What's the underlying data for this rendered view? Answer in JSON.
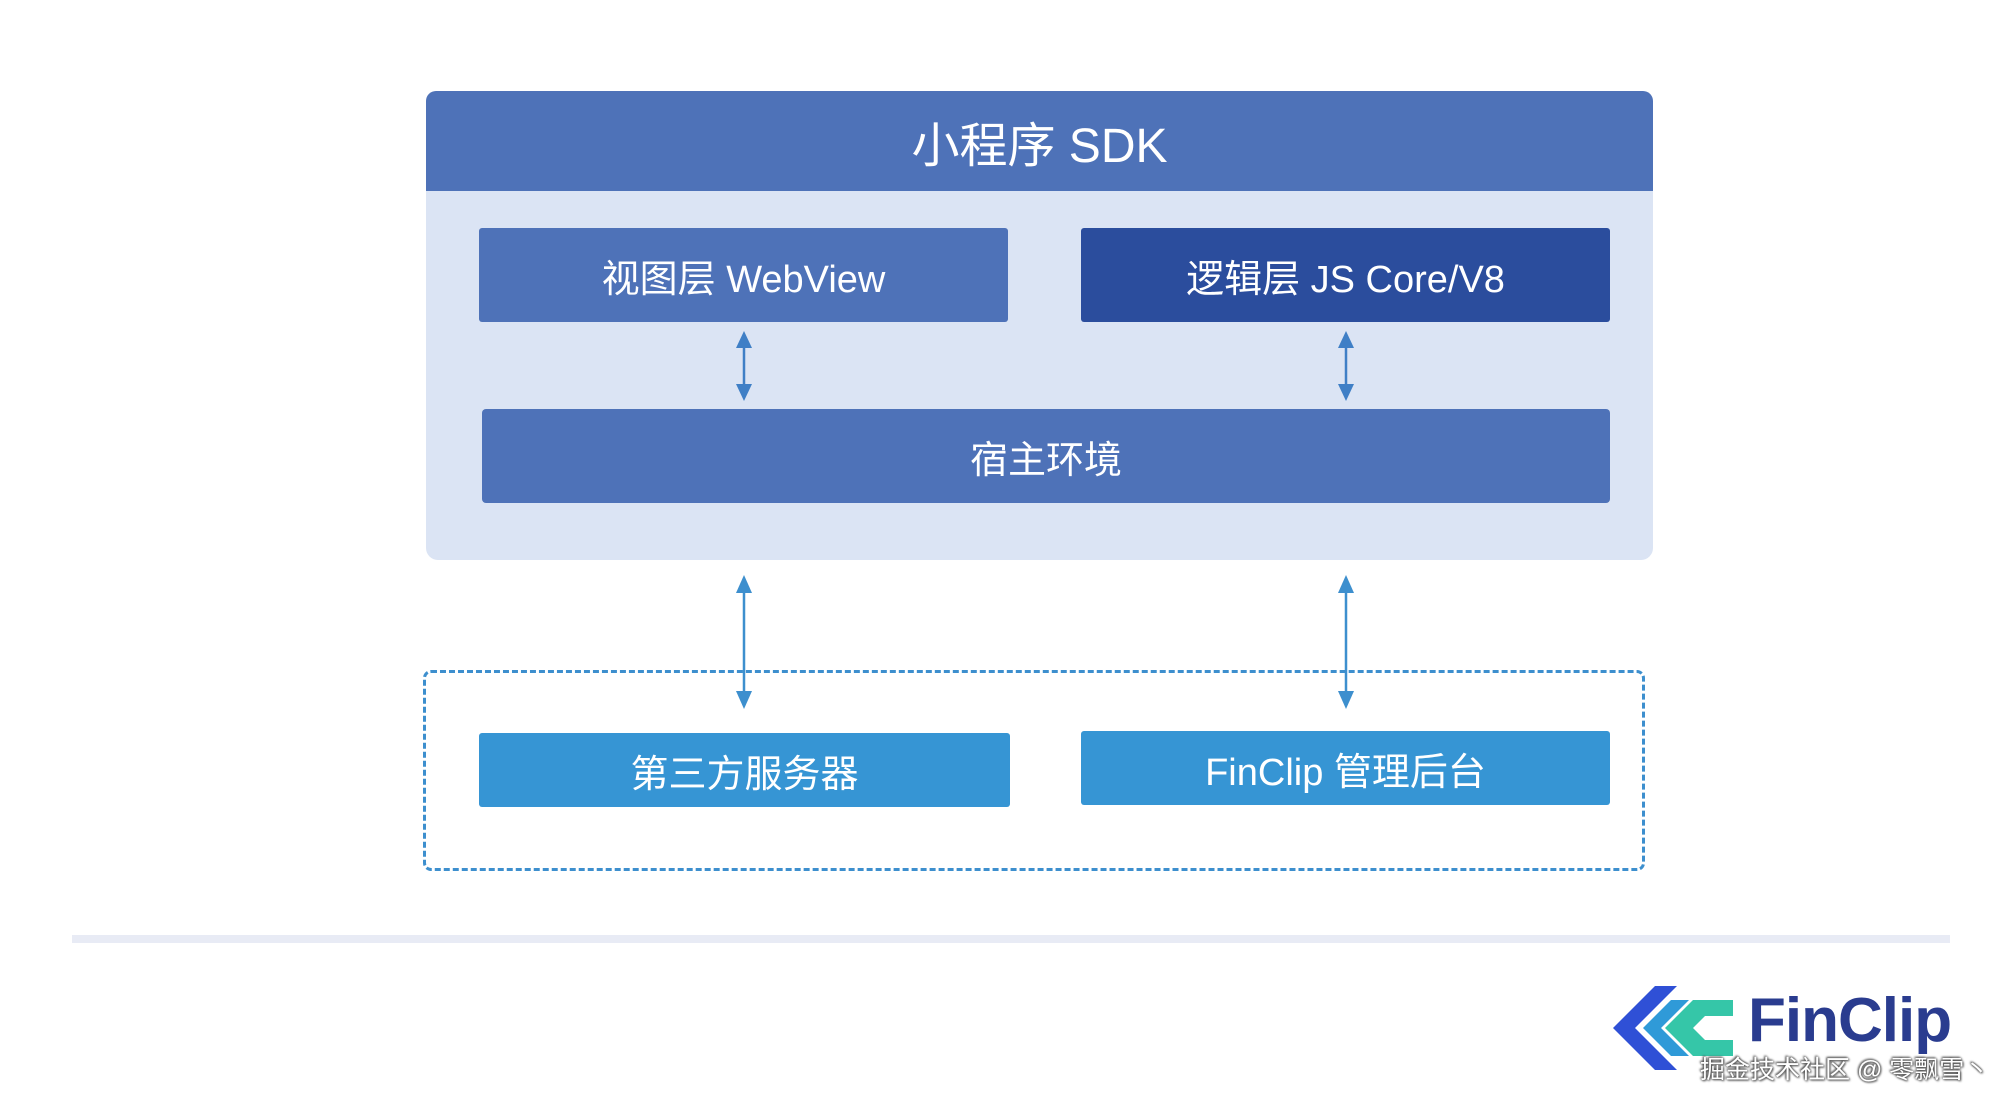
{
  "diagram": {
    "sdk": {
      "title": "小程序 SDK",
      "view_layer": "视图层 WebView",
      "logic_layer": "逻辑层 JS Core/V8",
      "host_environment": "宿主环境"
    },
    "external": {
      "third_party_server": "第三方服务器",
      "finclip_admin": "FinClip 管理后台"
    }
  },
  "colors": {
    "panel_bg": "#dbe4f4",
    "primary_blue": "#4e72b8",
    "dark_blue": "#2b4d9d",
    "external_blue": "#3695d4",
    "arrow_blue": "#3f7fc6"
  },
  "brand": {
    "logo_icon": "finclip-logo-icon",
    "logo_text": "FinClip",
    "watermark": "掘金技术社区 @ 零飘雪丶"
  }
}
